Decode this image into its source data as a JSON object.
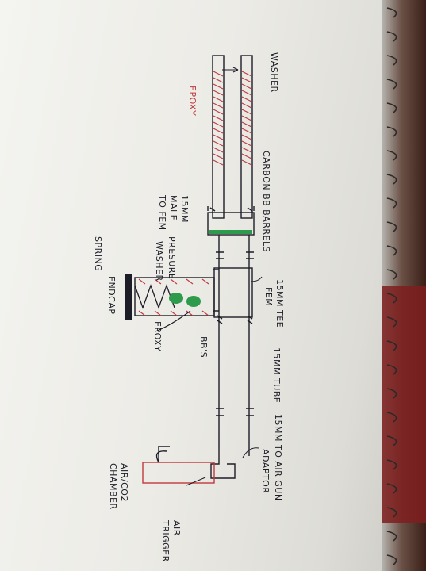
{
  "labels": {
    "washer": "WASHER",
    "epoxy_top": "EPOXY",
    "carbon_barrels": "CARBON BB BARRELS",
    "male_to_fem_1": "15MM",
    "male_to_fem_2": "MALE",
    "male_to_fem_3": "TO FEM",
    "pressure_washer_1": "PRESURE",
    "pressure_washer_2": "WASHER",
    "spring": "SPRING",
    "endcap": "ENDCAP",
    "epoxy_bottom": "EPOXY",
    "bbs": "BB'S",
    "tee_1": "15MM TEE",
    "tee_2": "FEM",
    "tube": "15MM TUBE",
    "adaptor_1": "15MM TO AIR GUN",
    "adaptor_2": "ADAPTOR",
    "air_chamber_1": "AIR/CO2",
    "air_chamber_2": "CHAMBER",
    "air_trigger_1": "AIR",
    "air_trigger_2": "TRIGGER"
  },
  "colors": {
    "ink": "#1d1d28",
    "red_ink": "#c0393d",
    "green_ink": "#2e9a4c",
    "paper": "#f1f0eb"
  }
}
